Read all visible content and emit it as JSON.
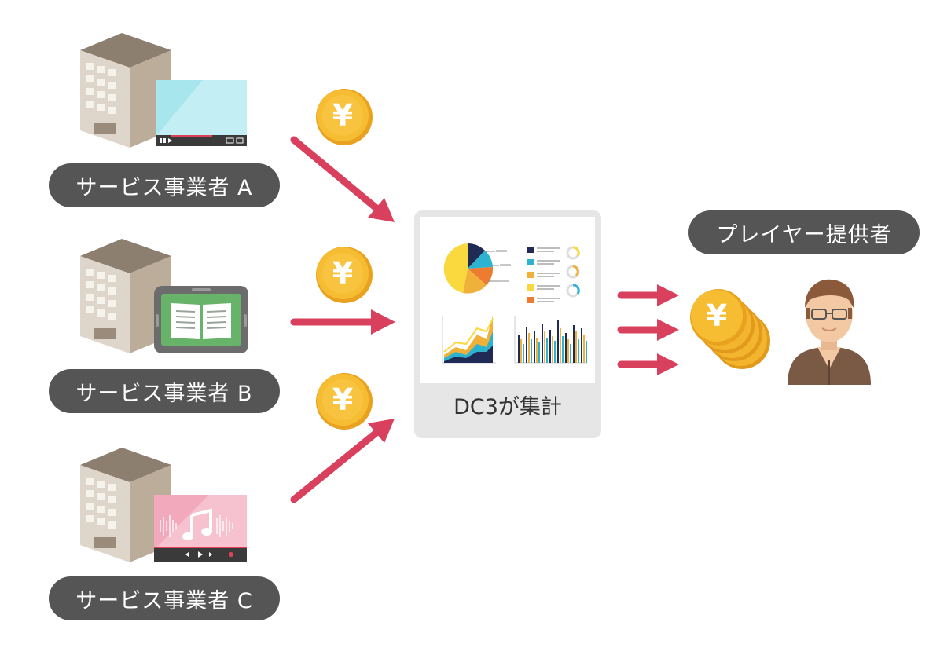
{
  "providers": [
    {
      "label": "サービス事業者 A",
      "device": "video-player"
    },
    {
      "label": "サービス事業者 B",
      "device": "ebook-tablet"
    },
    {
      "label": "サービス事業者 C",
      "device": "music-player"
    }
  ],
  "coin_symbol": "¥",
  "aggregator": {
    "label": "DC3が集計"
  },
  "recipient": {
    "label": "プレイヤー提供者"
  },
  "colors": {
    "arrow": "#d9405e",
    "pill": "#555555",
    "coin": "#f2b731",
    "box": "#e6e6e6"
  }
}
